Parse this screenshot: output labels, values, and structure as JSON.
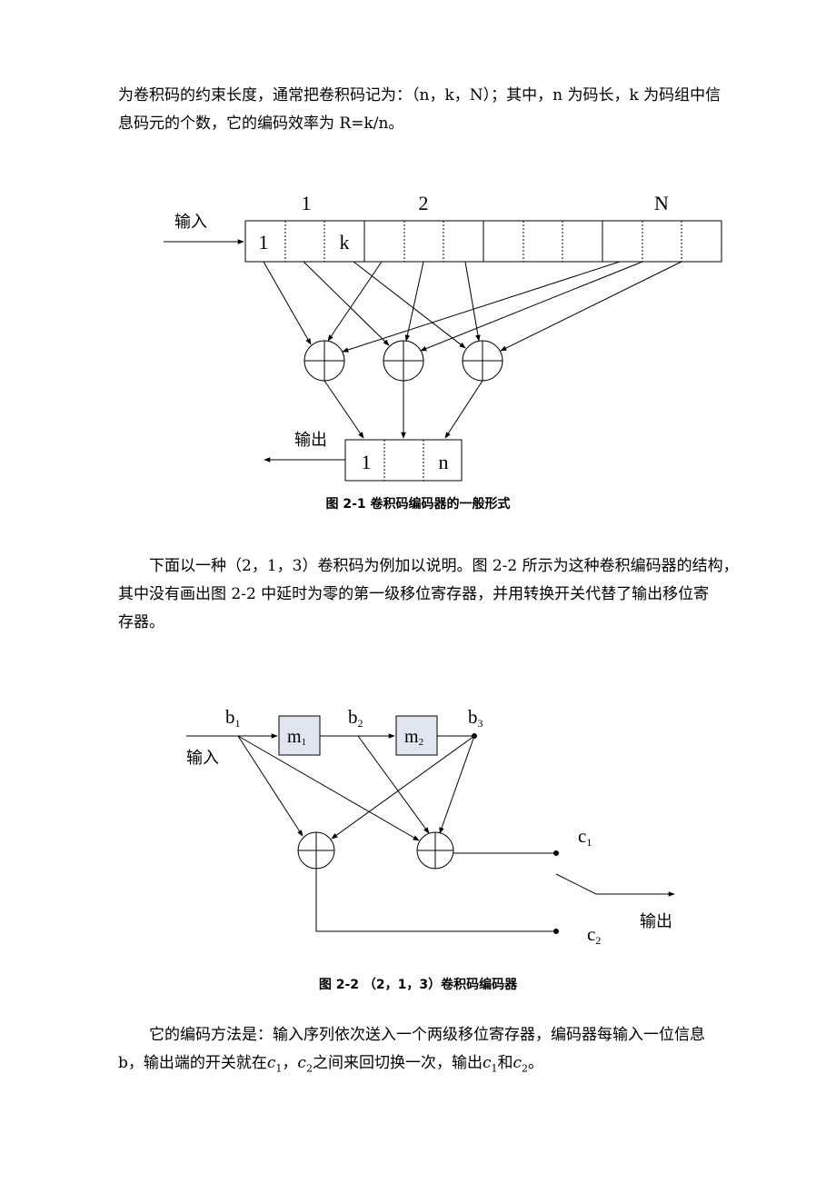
{
  "para1": {
    "line1": "为卷积码的约束长度，通常把卷积码记为：（n，k，N）；其中，n 为码长，k 为码组中信",
    "line2": "息码元的个数，它的编码效率为 R=k/n。"
  },
  "fig1": {
    "input_label": "输入",
    "output_label": "输出",
    "group_labels": [
      "1",
      "2",
      "N"
    ],
    "cell_labels": [
      "1",
      "k"
    ],
    "out_labels": [
      "1",
      "n"
    ],
    "caption": "图 2-1 卷积码编码器的一般形式"
  },
  "para2": {
    "line1": "下面以一种（2，1，3）卷积码为例加以说明。图 2-2 所示为这种卷积编码器的结构，",
    "line2": "其中没有画出图 2-2 中延时为零的第一级移位寄存器，并用转换开关代替了输出移位寄",
    "line3": "存器。"
  },
  "fig2": {
    "input_label": "输入",
    "output_label": "输出",
    "b1": "b",
    "b1_sub": "1",
    "b2": "b",
    "b2_sub": "2",
    "b3": "b",
    "b3_sub": "3",
    "m1": "m",
    "m1_sub": "1",
    "m2": "m",
    "m2_sub": "2",
    "c1": "c",
    "c1_sub": "1",
    "c2": "c",
    "c2_sub": "2",
    "caption": "图 2-2 （2，1，3）卷积码编码器"
  },
  "para3": {
    "line1": "它的编码方法是：输入序列依次送入一个两级移位寄存器，编码器每输入一位信息",
    "line2a": "b，输出端的开关就在",
    "c1": "c",
    "c1_sub": "1",
    "sep": "，",
    "c2": "c",
    "c2_sub": "2",
    "line2b": "之间来回切换一次，输出",
    "c1b": "c",
    "c1b_sub": "1",
    "and": "和",
    "c2b": "c",
    "c2b_sub": "2",
    "end": "。"
  },
  "colors": {
    "register_fill": "#dfe6ef"
  }
}
